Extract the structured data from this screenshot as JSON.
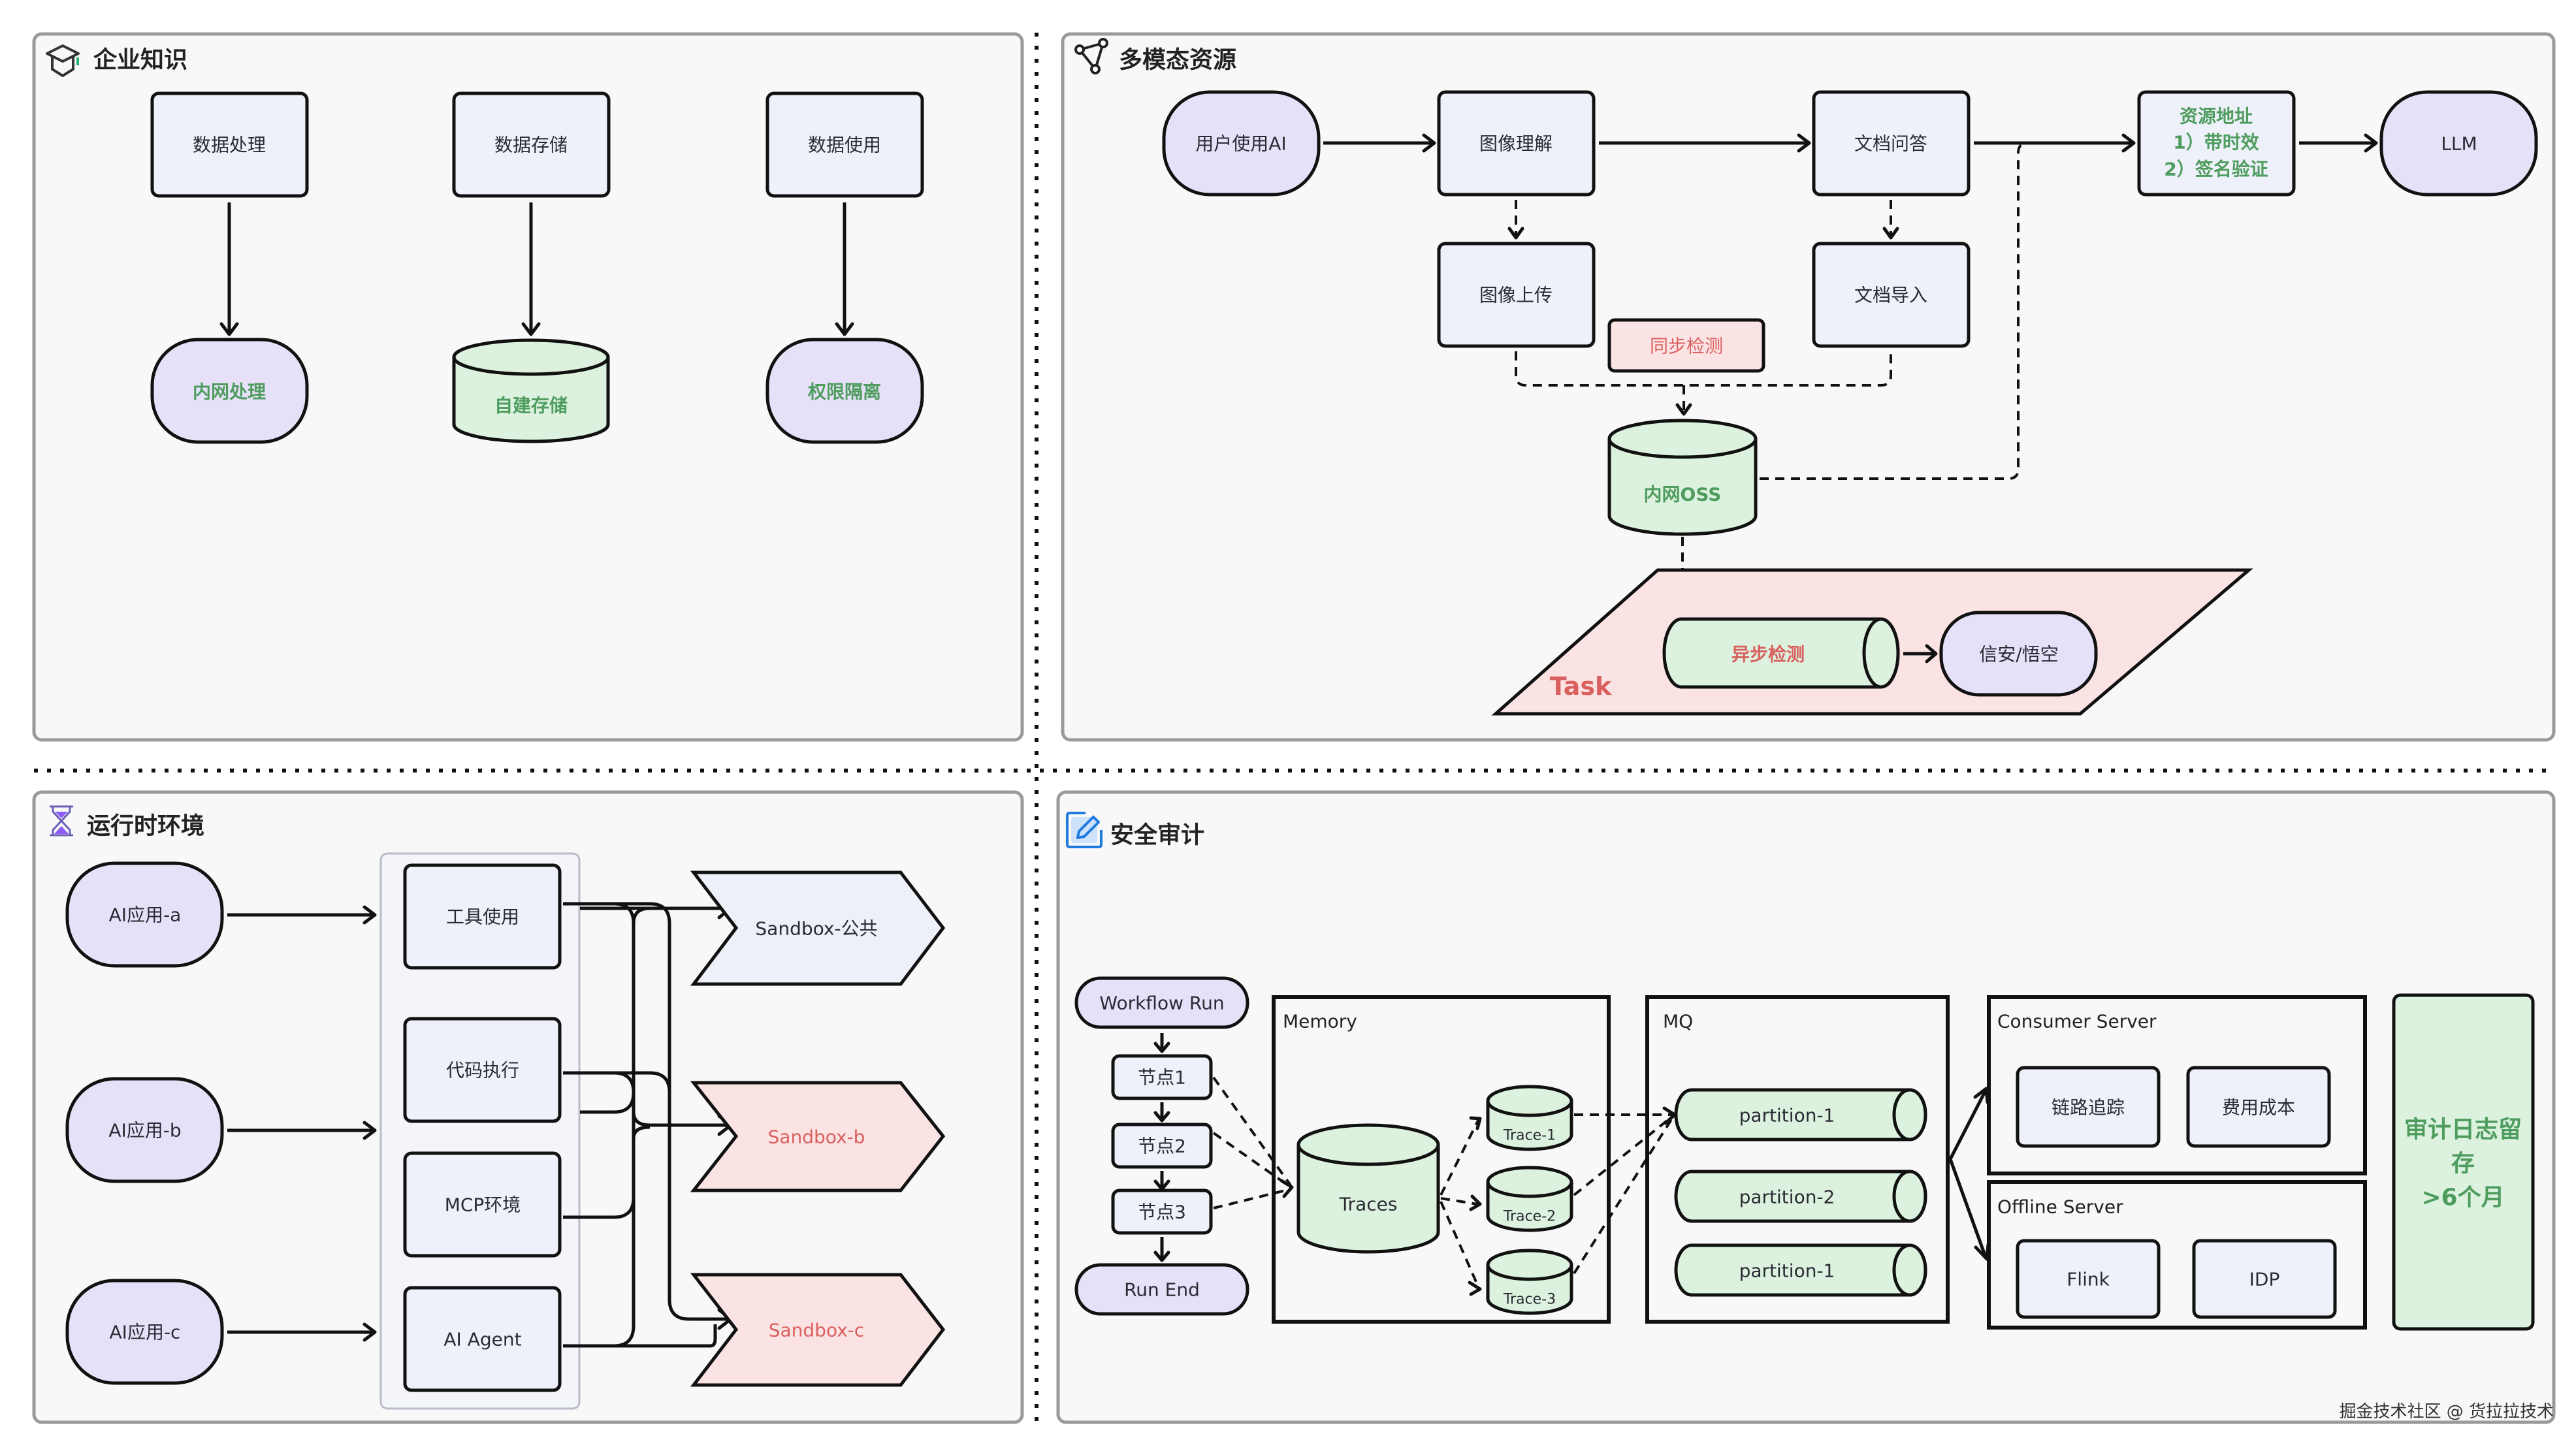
{
  "panels": {
    "enterprise": {
      "title": "企业知识",
      "icon": "graduation-cap-icon",
      "sources": [
        "数据处理",
        "数据存储",
        "数据使用"
      ],
      "targets": [
        "内网处理",
        "自建存储",
        "权限隔离"
      ]
    },
    "multimodal": {
      "title": "多模态资源",
      "icon": "triangle-network-icon",
      "user": "用户使用AI",
      "image_understand": "图像理解",
      "doc_qa": "文档问答",
      "resource_addr": [
        "资源地址",
        "1）带时效",
        "2）签名验证"
      ],
      "llm": "LLM",
      "image_upload": "图像上传",
      "doc_import": "文档导入",
      "sync_check": "同步检测",
      "oss": "内网OSS",
      "task_label": "Task",
      "async_check": "异步检测",
      "security_tool": "信安/悟空"
    },
    "runtime": {
      "title": "运行时环境",
      "icon": "hourglass-icon",
      "apps": [
        "AI应用-a",
        "AI应用-b",
        "AI应用-c"
      ],
      "capabilities": [
        "工具使用",
        "代码执行",
        "MCP环境",
        "AI Agent"
      ],
      "sandboxes": [
        {
          "label": "Sandbox-公共",
          "tone": "neutral"
        },
        {
          "label": "Sandbox-b",
          "tone": "isolated"
        },
        {
          "label": "Sandbox-c",
          "tone": "isolated"
        }
      ]
    },
    "audit": {
      "title": "安全审计",
      "icon": "edit-document-icon",
      "workflow_start": "Workflow Run",
      "nodes": [
        "节点1",
        "节点2",
        "节点3"
      ],
      "workflow_end": "Run End",
      "memory": {
        "label": "Memory",
        "store": "Traces",
        "traces": [
          "Trace-1",
          "Trace-2",
          "Trace-3"
        ]
      },
      "mq": {
        "label": "MQ",
        "partitions": [
          "partition-1",
          "partition-2",
          "partition-1"
        ]
      },
      "consumer": {
        "label": "Consumer Server",
        "items": [
          "链路追踪",
          "费用成本"
        ]
      },
      "offline": {
        "label": "Offline Server",
        "items": [
          "Flink",
          "IDP"
        ]
      },
      "retention": [
        "审计日志留",
        "存",
        ">6个月"
      ]
    }
  },
  "colors": {
    "node_fill": "#eef1f9",
    "terminal_fill": "#e6e1f9",
    "storage_fill": "#dcf2df",
    "alert_fill": "#fce3e3",
    "green_text": "#4e9c5e",
    "red_text": "#d9605f"
  },
  "footer": {
    "watermark": "掘金技术社区 @ 货拉拉技术"
  }
}
